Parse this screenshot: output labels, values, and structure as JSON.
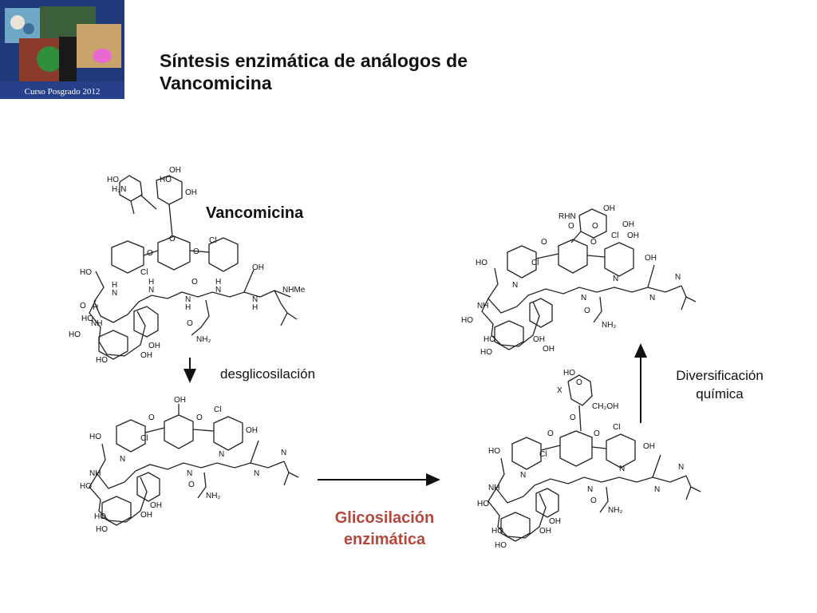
{
  "logo": {
    "caption": "Curso Posgrado 2012",
    "bg_color": "#1f3a7a"
  },
  "title": {
    "line1": "Síntesis enzimática de análogos de",
    "line2": "Vancomicina"
  },
  "labels": {
    "vancomicina": "Vancomicina",
    "desglicosilacion": "desglicosilación",
    "diversificacion_1": "Diversificación",
    "diversificacion_2": "química",
    "glicosilacion_1": "Glicosilación",
    "glicosilacion_2": "enzimática",
    "glicosilacion_color": "#b5473c"
  },
  "atoms": {
    "HO": "HO",
    "OH": "OH",
    "H2N": "H₂N",
    "O": "O",
    "Cl": "Cl",
    "H": "H",
    "N": "N",
    "NH": "NH",
    "NHMe": "NHMe",
    "NH2": "NH₂",
    "RHN": "RHN",
    "X": "X",
    "CH2OH": "CH₂OH"
  }
}
